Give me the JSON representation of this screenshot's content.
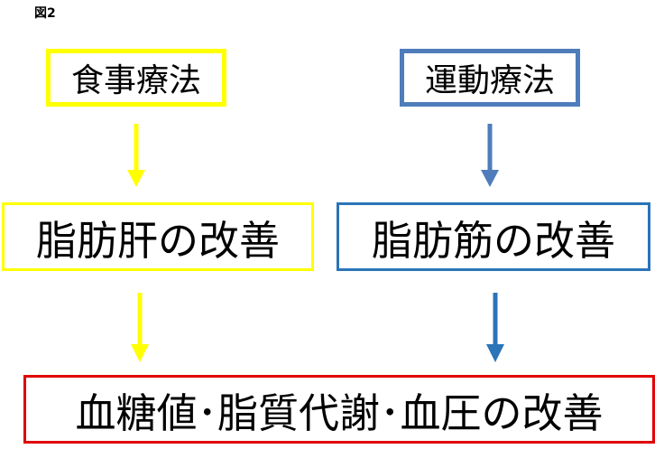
{
  "figure": {
    "label": "図2"
  },
  "nodes": {
    "diet_therapy": "食事療法",
    "exercise_therapy": "運動療法",
    "fatty_liver_improvement": "脂肪肝の改善",
    "fatty_muscle_improvement": "脂肪筋の改善",
    "metabolic_improvement": "血糖値･脂質代謝･血圧の改善"
  },
  "colors": {
    "yellow": "#ffff00",
    "steel_blue": "#4f7dbb",
    "blue": "#2b74b8",
    "red": "#e00000"
  },
  "edges": [
    {
      "from": "diet_therapy",
      "to": "fatty_liver_improvement"
    },
    {
      "from": "exercise_therapy",
      "to": "fatty_muscle_improvement"
    },
    {
      "from": "fatty_liver_improvement",
      "to": "metabolic_improvement"
    },
    {
      "from": "fatty_muscle_improvement",
      "to": "metabolic_improvement"
    }
  ]
}
